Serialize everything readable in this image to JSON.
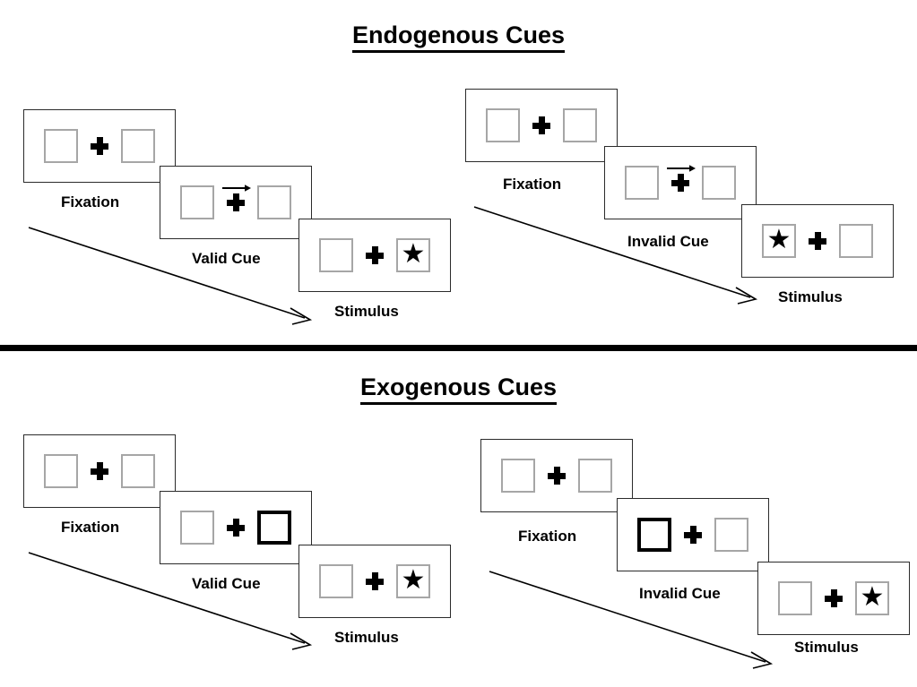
{
  "figure": {
    "divider_color": "#000000",
    "frame_border_color": "#2b2b2b",
    "box_border_color": "#a6a6a6",
    "cued_box_border_color": "#000000",
    "star_glyph": "★"
  },
  "sections": [
    {
      "id": "endogenous",
      "title": "Endogenous Cues",
      "sequences": [
        {
          "id": "endogenous-valid",
          "stages": [
            {
              "label": "Fixation",
              "left_box": "empty",
              "right_box": "empty",
              "cue_arrow": "none"
            },
            {
              "label": "Valid Cue",
              "left_box": "empty",
              "right_box": "empty",
              "cue_arrow": "right"
            },
            {
              "label": "Stimulus",
              "left_box": "empty",
              "right_box": "star",
              "cue_arrow": "none"
            }
          ]
        },
        {
          "id": "endogenous-invalid",
          "stages": [
            {
              "label": "Fixation",
              "left_box": "empty",
              "right_box": "empty",
              "cue_arrow": "none"
            },
            {
              "label": "Invalid Cue",
              "left_box": "empty",
              "right_box": "empty",
              "cue_arrow": "right"
            },
            {
              "label": "Stimulus",
              "left_box": "star",
              "right_box": "empty",
              "cue_arrow": "none"
            }
          ]
        }
      ]
    },
    {
      "id": "exogenous",
      "title": "Exogenous Cues",
      "sequences": [
        {
          "id": "exogenous-valid",
          "stages": [
            {
              "label": "Fixation",
              "left_box": "empty",
              "right_box": "empty",
              "cue_arrow": "none"
            },
            {
              "label": "Valid Cue",
              "left_box": "empty",
              "right_box": "cued",
              "cue_arrow": "none"
            },
            {
              "label": "Stimulus",
              "left_box": "empty",
              "right_box": "star",
              "cue_arrow": "none"
            }
          ]
        },
        {
          "id": "exogenous-invalid",
          "stages": [
            {
              "label": "Fixation",
              "left_box": "empty",
              "right_box": "empty",
              "cue_arrow": "none"
            },
            {
              "label": "Invalid Cue",
              "left_box": "cued",
              "right_box": "empty",
              "cue_arrow": "none"
            },
            {
              "label": "Stimulus",
              "left_box": "empty",
              "right_box": "star",
              "cue_arrow": "none"
            }
          ]
        }
      ]
    }
  ]
}
